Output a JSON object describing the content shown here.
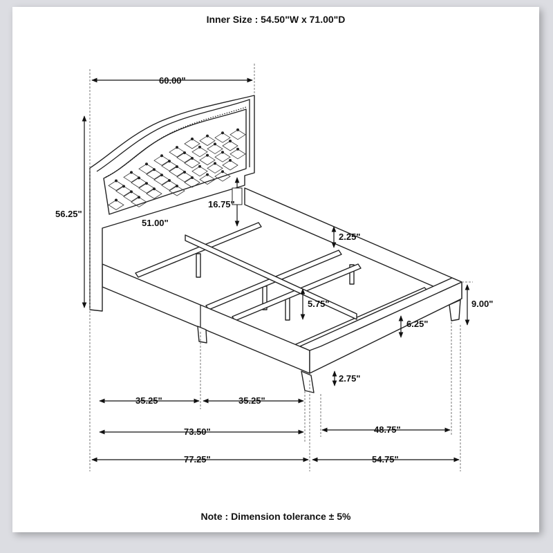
{
  "header": {
    "title": "Inner Size : 54.50\"W x 71.00\"D"
  },
  "footer": {
    "note": "Note : Dimension tolerance ± 5%"
  },
  "dimensions": {
    "headboard_width": "60.00\"",
    "overall_height": "56.25\"",
    "headboard_panel_width": "51.00\"",
    "headboard_panel_height": "16.75\"",
    "slat_gap": "2.25\"",
    "support_leg_height": "5.75\"",
    "rail_height": "9.00\"",
    "side_rail_depth": "6.25\"",
    "leg_height": "2.75\"",
    "half_length_left": "35.25\"",
    "half_length_right": "35.25\"",
    "inner_length": "73.50\"",
    "inner_width_front": "48.75\"",
    "overall_length": "77.25\"",
    "overall_width": "54.75\""
  }
}
